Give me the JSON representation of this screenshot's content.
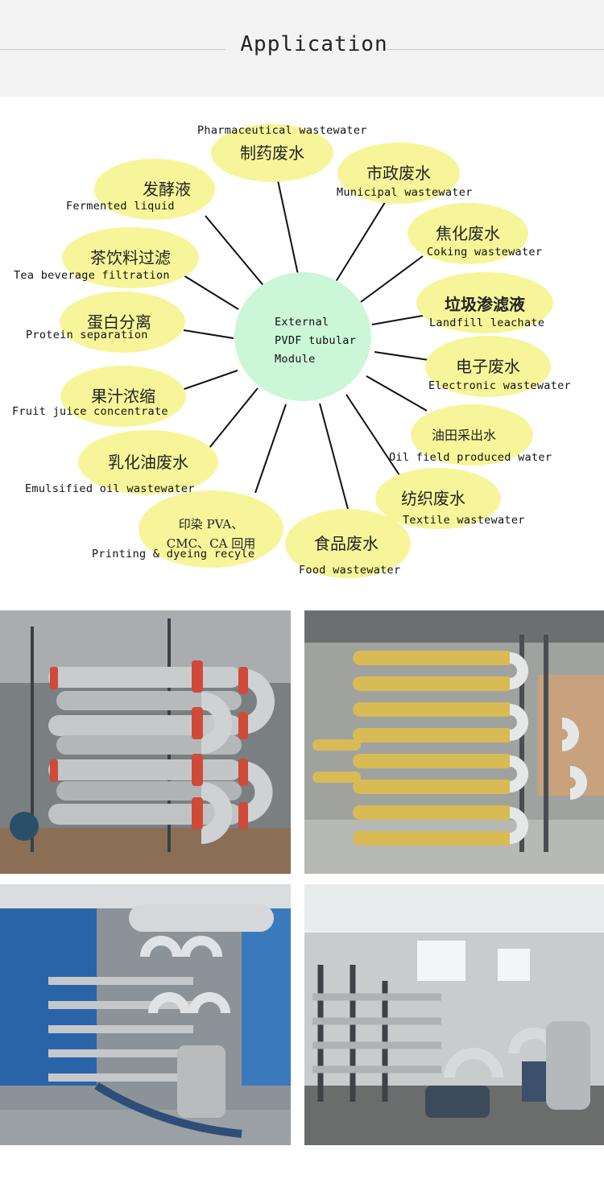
{
  "header": {
    "title": "Application"
  },
  "center": {
    "lines": [
      "External",
      "PVDF tubular",
      "Module"
    ]
  },
  "applications": [
    {
      "cn": "制药废水",
      "en": "Pharmaceutical wastewater"
    },
    {
      "cn": "市政废水",
      "en": "Municipal wastewater"
    },
    {
      "cn": "焦化废水",
      "en": "Coking wastewater"
    },
    {
      "cn": "垃圾渗滤液",
      "en": "Landfill leachate"
    },
    {
      "cn": "电子废水",
      "en": "Electronic wastewater"
    },
    {
      "cn": "油田采出水",
      "en": "Oil field produced water"
    },
    {
      "cn": "纺织废水",
      "en": "Textile wastewater"
    },
    {
      "cn": "食品废水",
      "en": "Food wastewater"
    },
    {
      "cn1": "印染 PVA、",
      "cn2": "CMC、CA 回用",
      "en": "Printing & dyeing recyle"
    },
    {
      "cn": "乳化油废水",
      "en": "Emulsified oil wastewater"
    },
    {
      "cn": "果汁浓缩",
      "en": "Fruit juice concentrate"
    },
    {
      "cn": "蛋白分离",
      "en": "Protein separation"
    },
    {
      "cn": "茶饮料过滤",
      "en": "Tea beverage filtration"
    },
    {
      "cn": "发酵液",
      "en": "Fermented liquid"
    }
  ],
  "colors": {
    "blob": "#f7f59a",
    "center": "#ccf6d8",
    "header_bg": "#f3f3f3"
  },
  "photos": [
    "installation-photo-1",
    "installation-photo-2",
    "installation-photo-3",
    "installation-photo-4"
  ]
}
